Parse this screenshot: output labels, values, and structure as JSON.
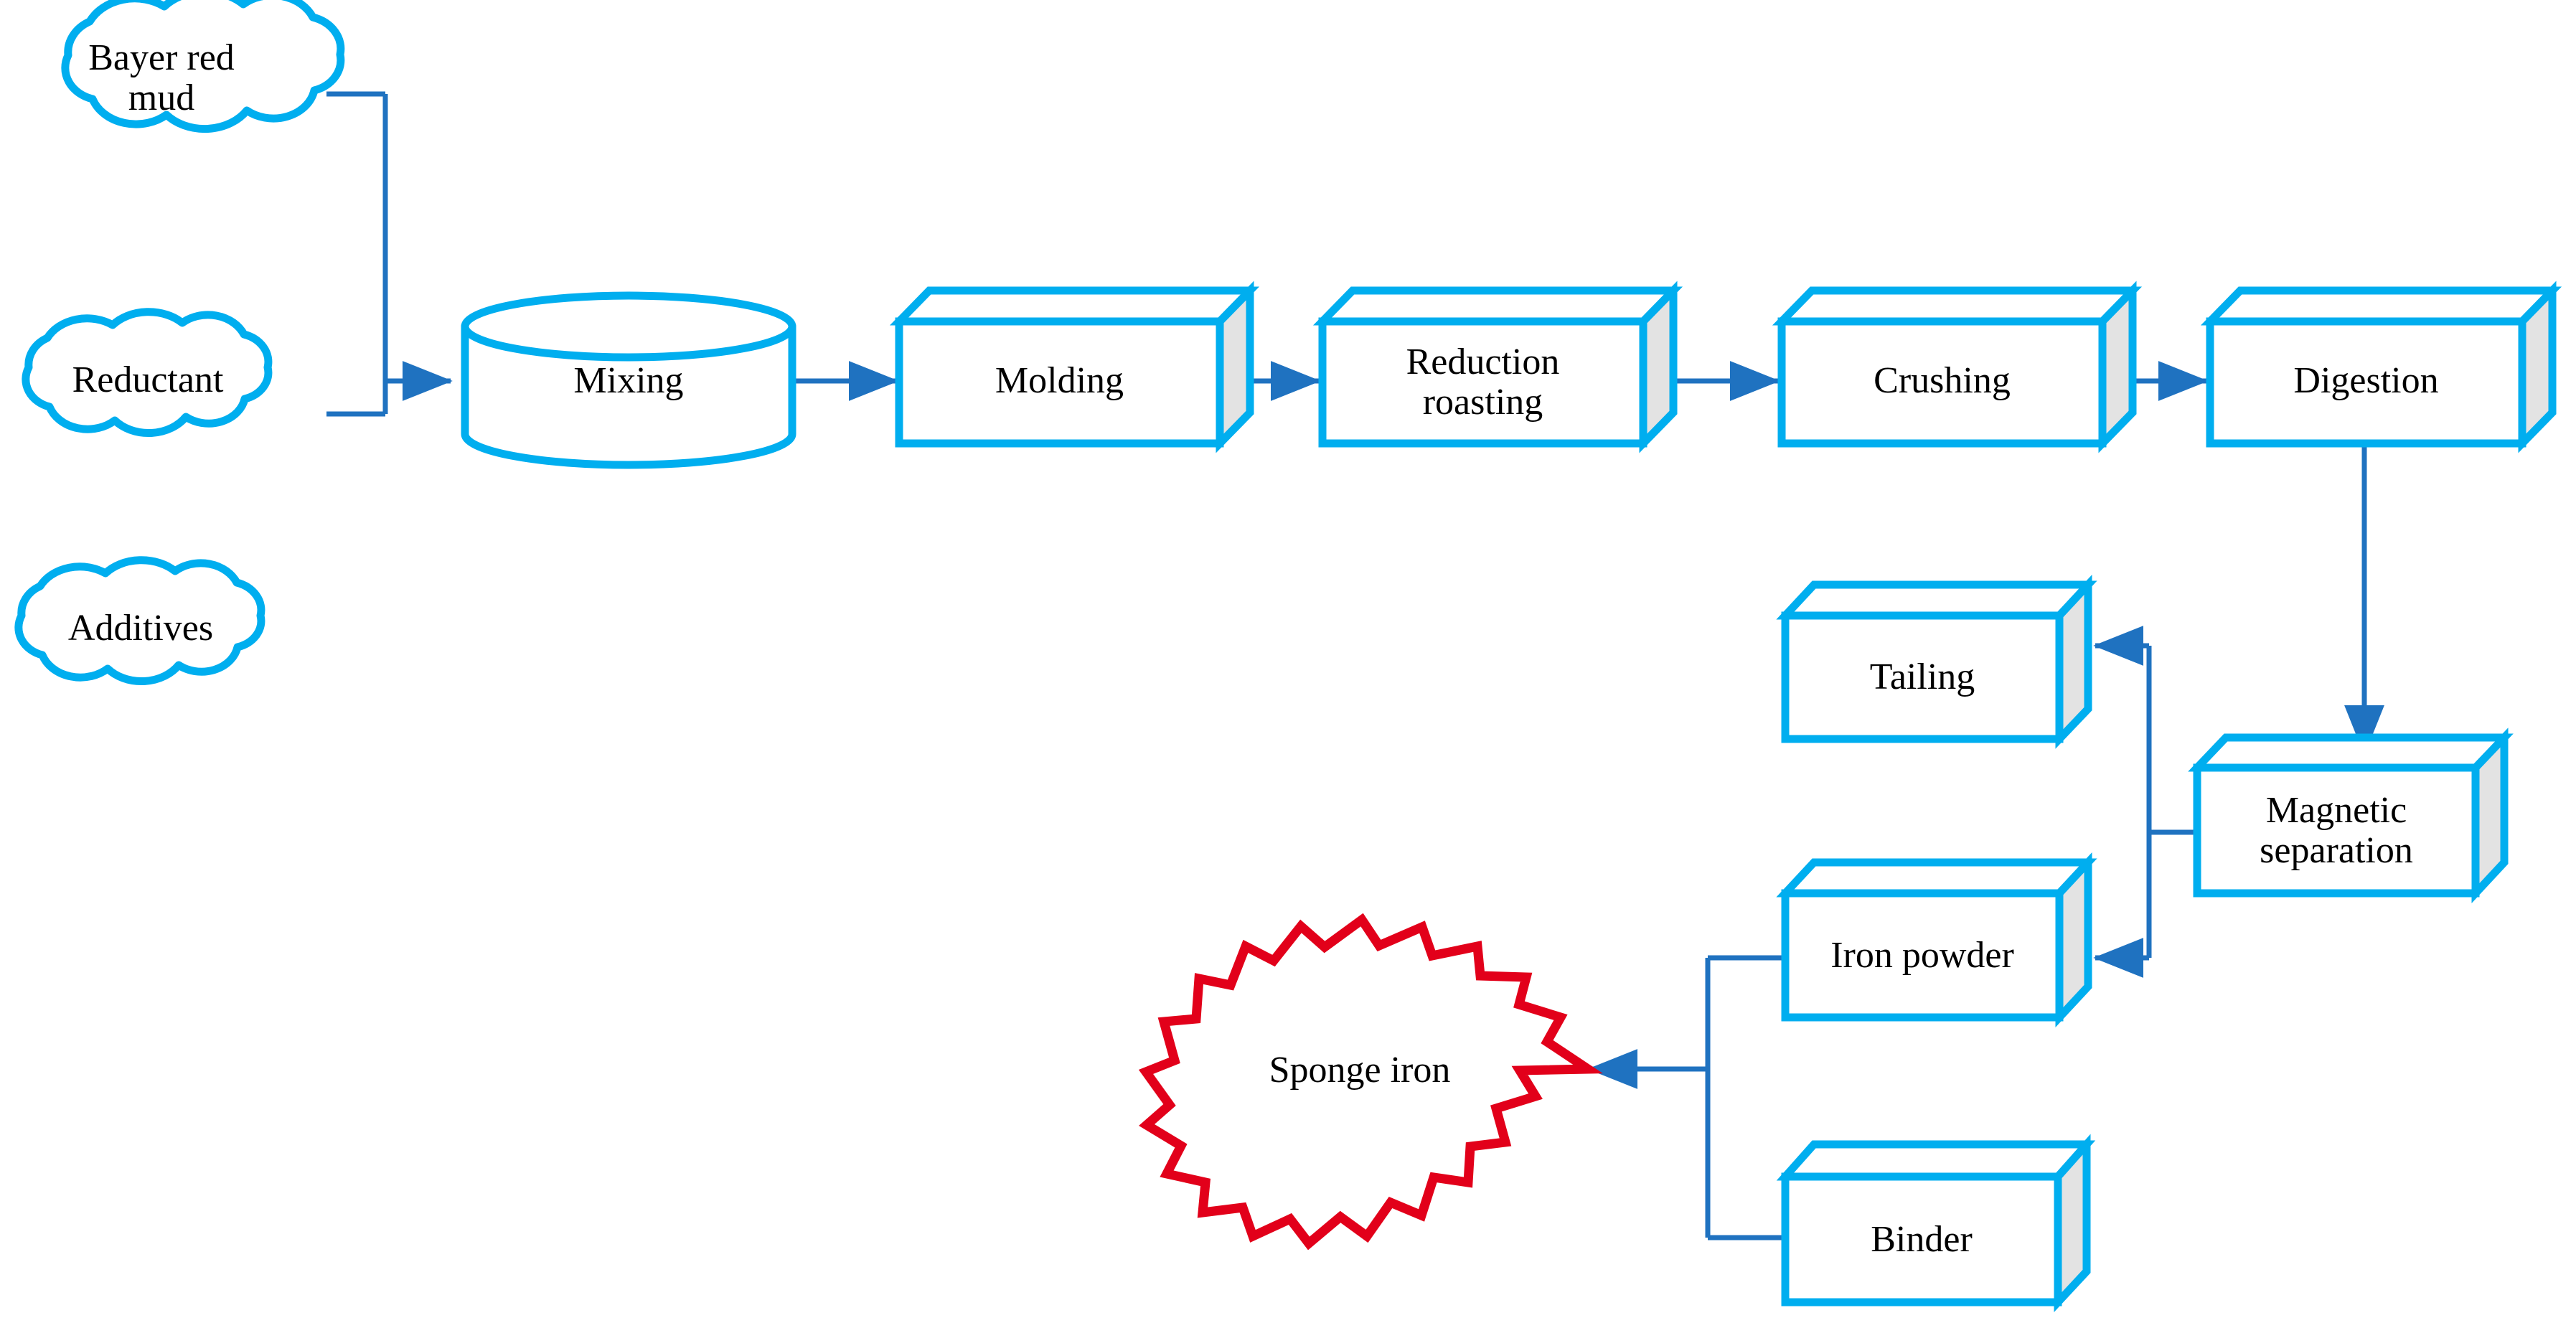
{
  "diagram": {
    "title": "Bayer red mud sponge iron process flow",
    "colors": {
      "shape_outline": "#00AEEF",
      "connector": "#1F72C0",
      "box_side_face": "#E3E3E3",
      "burst_outline": "#E2001A",
      "text": "#000000",
      "background": "#FFFFFF"
    },
    "nodes": [
      {
        "id": "bayer-red-mud",
        "label": "Bayer red\nmud",
        "shape": "cloud"
      },
      {
        "id": "reductant",
        "label": "Reductant",
        "shape": "cloud"
      },
      {
        "id": "additives",
        "label": "Additives",
        "shape": "cloud"
      },
      {
        "id": "mixing",
        "label": "Mixing",
        "shape": "cylinder"
      },
      {
        "id": "molding",
        "label": "Molding",
        "shape": "cube"
      },
      {
        "id": "reduction-roasting",
        "label": "Reduction\nroasting",
        "shape": "cube"
      },
      {
        "id": "crushing",
        "label": "Crushing",
        "shape": "cube"
      },
      {
        "id": "digestion",
        "label": "Digestion",
        "shape": "cube"
      },
      {
        "id": "magnetic-separation",
        "label": "Magnetic\nseparation",
        "shape": "cube"
      },
      {
        "id": "tailing",
        "label": "Tailing",
        "shape": "cube"
      },
      {
        "id": "iron-powder",
        "label": "Iron powder",
        "shape": "cube"
      },
      {
        "id": "binder",
        "label": "Binder",
        "shape": "cube"
      },
      {
        "id": "sponge-iron",
        "label": "Sponge iron",
        "shape": "explosion"
      }
    ],
    "edges": [
      {
        "from": "bayer-red-mud",
        "to": "mixing",
        "arrow": true
      },
      {
        "from": "reductant",
        "to": "mixing",
        "arrow": true
      },
      {
        "from": "additives",
        "to": "mixing",
        "arrow": true
      },
      {
        "from": "mixing",
        "to": "molding",
        "arrow": true
      },
      {
        "from": "molding",
        "to": "reduction-roasting",
        "arrow": true
      },
      {
        "from": "reduction-roasting",
        "to": "crushing",
        "arrow": true
      },
      {
        "from": "crushing",
        "to": "digestion",
        "arrow": true
      },
      {
        "from": "digestion",
        "to": "magnetic-separation",
        "arrow": true
      },
      {
        "from": "magnetic-separation",
        "to": "tailing",
        "arrow": true
      },
      {
        "from": "magnetic-separation",
        "to": "iron-powder",
        "arrow": true
      },
      {
        "from": "iron-powder",
        "to": "sponge-iron",
        "arrow": true
      },
      {
        "from": "binder",
        "to": "sponge-iron",
        "arrow": true
      }
    ]
  }
}
